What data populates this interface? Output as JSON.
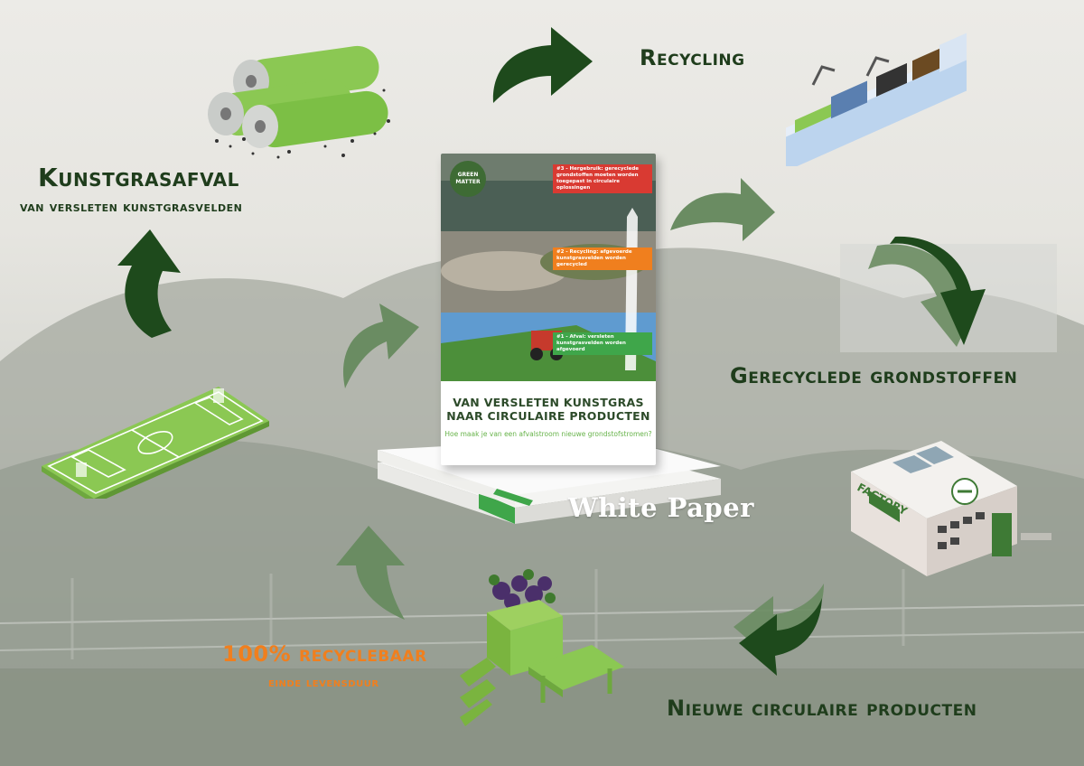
{
  "steps": {
    "recycling": "Recycling",
    "kunstgras_title": "Kunstgrasafval",
    "kunstgras_sub": "van versleten kunstgrasvelden",
    "grondstoffen": "Gerecyclede grondstoffen",
    "nieuwe": "Nieuwe circulaire producten",
    "recyclebaar_title": "100% recyclebaar",
    "recyclebaar_sub": "einde levensduur"
  },
  "book": {
    "title_line1": "VAN VERSLETEN KUNSTGRAS",
    "title_line2": "NAAR CIRCULAIRE PRODUCTEN",
    "subtitle": "Hoe maak je van een afvalstroom nieuwe grondstofstromen?",
    "label": "White Paper",
    "logo": "GREEN MATTER",
    "tag1": "#3 - Hergebruik: gerecyclede grondstoffen moeten worden toegepast in circulaire oplossingen",
    "tag2": "#2 - Recycling: afgevoerde kunstgrasvelden worden gerecycled",
    "tag3": "#1 - Afval: versleten kunstgrasvelden worden afgevoerd"
  },
  "factory_label": "FACTORY",
  "colors": {
    "dark_green": "#1f3d1c",
    "arrow_dark": "#1e4a1c",
    "arrow_mid": "#3f6a3a",
    "arrow_light": "#6a8c62",
    "turf_green": "#8bc853",
    "orange": "#f07f1e"
  }
}
